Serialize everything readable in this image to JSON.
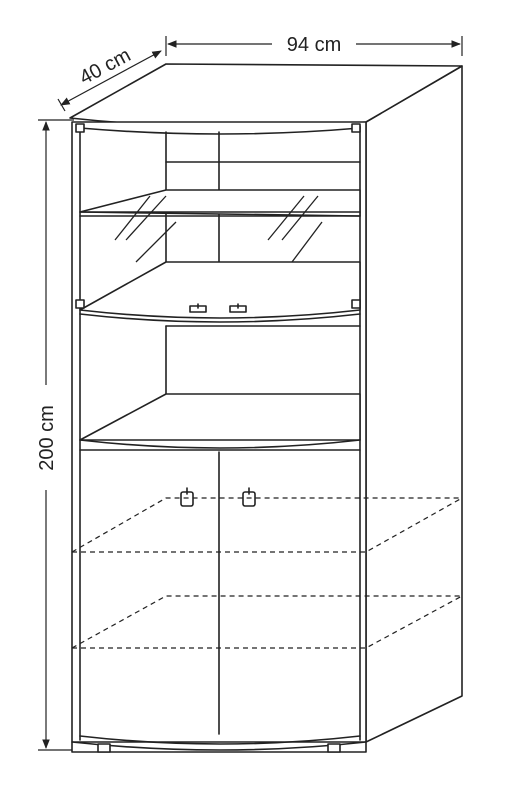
{
  "dimensions": {
    "width_label": "94 cm",
    "depth_label": "40 cm",
    "height_label": "200 cm"
  }
}
